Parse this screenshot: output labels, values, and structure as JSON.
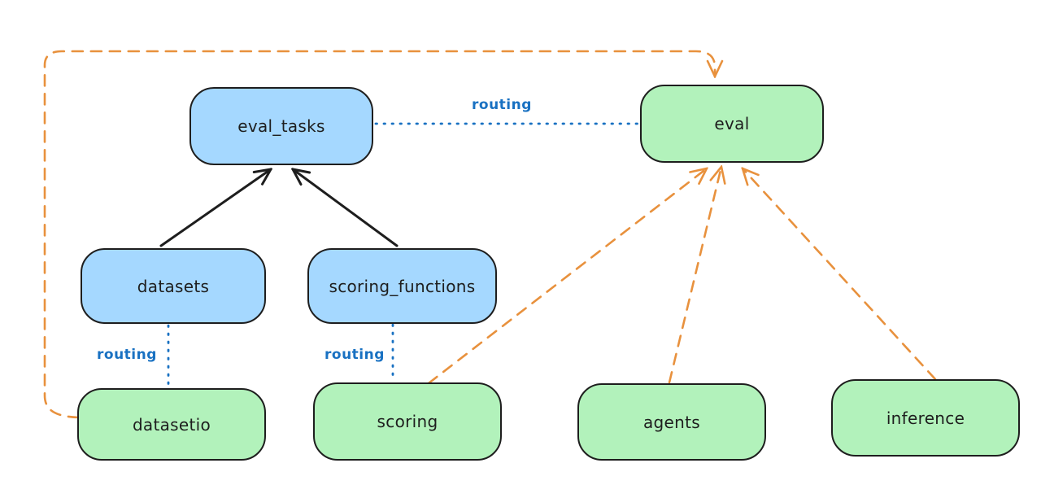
{
  "diagram": {
    "nodes": [
      {
        "id": "eval_tasks",
        "label": "eval_tasks",
        "color_role": "blue"
      },
      {
        "id": "eval",
        "label": "eval",
        "color_role": "green"
      },
      {
        "id": "datasets",
        "label": "datasets",
        "color_role": "blue"
      },
      {
        "id": "scoring_functions",
        "label": "scoring_functions",
        "color_role": "blue"
      },
      {
        "id": "datasetio",
        "label": "datasetio",
        "color_role": "green"
      },
      {
        "id": "scoring",
        "label": "scoring",
        "color_role": "green"
      },
      {
        "id": "agents",
        "label": "agents",
        "color_role": "green"
      },
      {
        "id": "inference",
        "label": "inference",
        "color_role": "green"
      }
    ],
    "edges": [
      {
        "from": "datasets",
        "to": "eval_tasks",
        "style": "solid",
        "color": "black",
        "label": ""
      },
      {
        "from": "scoring_functions",
        "to": "eval_tasks",
        "style": "solid",
        "color": "black",
        "label": ""
      },
      {
        "from": "eval_tasks",
        "to": "eval",
        "style": "dotted",
        "color": "blue",
        "label": "routing"
      },
      {
        "from": "datasets",
        "to": "datasetio",
        "style": "dotted",
        "color": "blue",
        "label": "routing"
      },
      {
        "from": "scoring_functions",
        "to": "scoring",
        "style": "dotted",
        "color": "blue",
        "label": "routing"
      },
      {
        "from": "datasetio",
        "to": "eval",
        "style": "dashed",
        "color": "orange",
        "label": ""
      },
      {
        "from": "scoring",
        "to": "eval",
        "style": "dashed",
        "color": "orange",
        "label": ""
      },
      {
        "from": "agents",
        "to": "eval",
        "style": "dashed",
        "color": "orange",
        "label": ""
      },
      {
        "from": "inference",
        "to": "eval",
        "style": "dashed",
        "color": "orange",
        "label": ""
      }
    ],
    "colors": {
      "node_blue_fill": "#a5d8ff",
      "node_green_fill": "#b2f2bb",
      "node_border": "#1e1e1e",
      "routing_blue": "#1971c2",
      "dashed_orange": "#e8913d",
      "solid_black": "#1e1e1e",
      "background": "#ffffff"
    }
  }
}
